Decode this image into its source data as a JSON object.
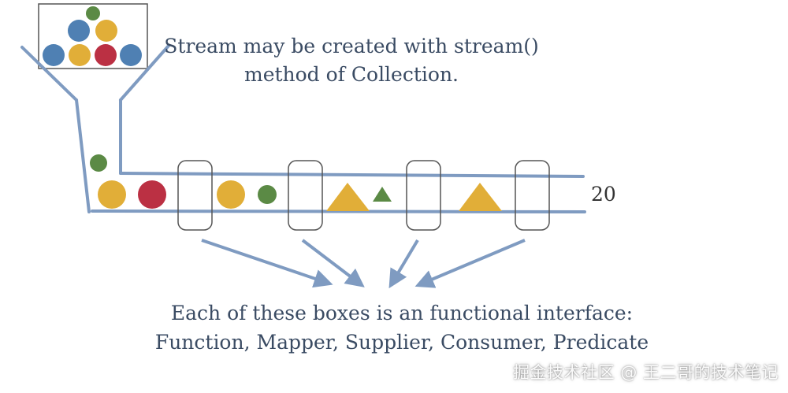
{
  "captions": {
    "top_line1": "Stream may be created with stream()",
    "top_line2": "method of Collection.",
    "bottom_line1": "Each of these boxes is an functional interface:",
    "bottom_line2": "Function, Mapper, Supplier, Consumer, Predicate",
    "result": "20"
  },
  "watermark": "掘金技术社区 @ 王二哥的技术笔记",
  "colors": {
    "blue": "#4f80b3",
    "yellow": "#e1ae38",
    "red": "#bb3043",
    "green": "#5b8a45",
    "arrow": "#7f9bc1",
    "text": "#3a4b63"
  }
}
